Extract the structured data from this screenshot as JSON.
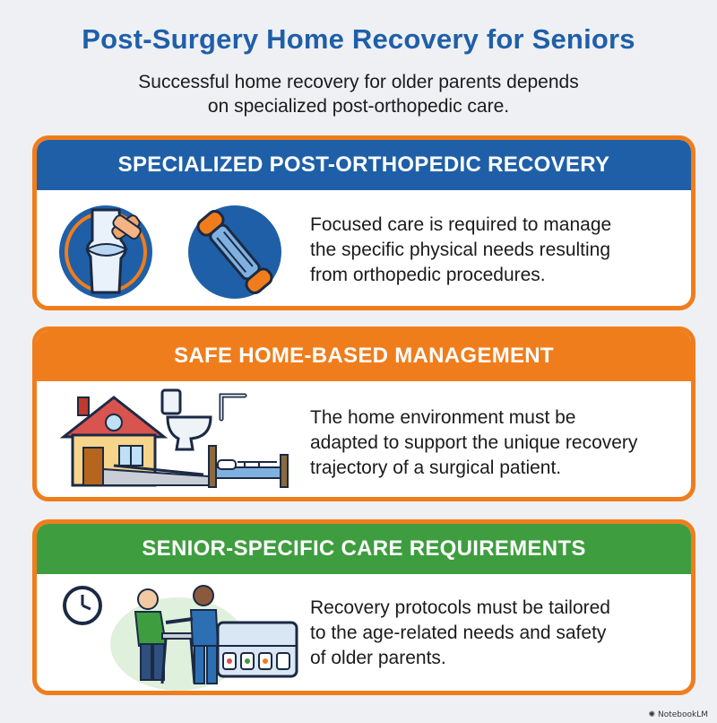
{
  "header": {
    "title": "Post-Surgery Home Recovery for Seniors",
    "subtitle_line1": "Successful home recovery for older parents depends",
    "subtitle_line2": "on specialized post-orthopedic care."
  },
  "cards": [
    {
      "heading": "SPECIALIZED POST-ORTHOPEDIC RECOVERY",
      "lines": [
        "Focused care is required to manage",
        "the specific physical needs resulting",
        "from orthopedic procedures."
      ],
      "header_color": "#1f5fa8",
      "icons": [
        "knee-joint-bandage-icon",
        "resistance-band-icon"
      ]
    },
    {
      "heading": "SAFE HOME-BASED MANAGEMENT",
      "lines": [
        "The home environment must be",
        "adapted to support the unique recovery",
        "trajectory of a surgical patient."
      ],
      "header_color": "#f07d1c",
      "icons": [
        "house-ramp-icon",
        "toilet-grab-bar-icon",
        "hospital-bed-icon"
      ]
    },
    {
      "heading": "SENIOR-SPECIFIC CARE REQUIREMENTS",
      "lines": [
        "Recovery protocols must be tailored",
        "to the age-related needs and safety",
        "of older parents."
      ],
      "header_color": "#3e9d3f",
      "icons": [
        "wall-clock-icon",
        "caregiver-walker-icon",
        "pill-organizer-icon"
      ]
    }
  ],
  "footer": {
    "brand": "NotebookLM"
  },
  "colors": {
    "title_blue": "#1f5fa8",
    "border_orange": "#f07d1c",
    "green": "#3e9d3f"
  }
}
